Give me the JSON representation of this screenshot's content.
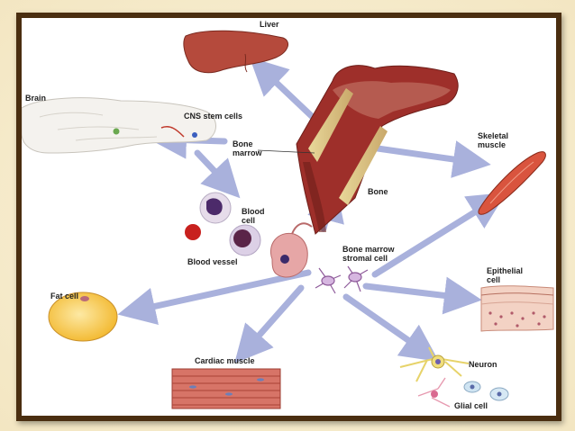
{
  "labels": {
    "liver": "Liver",
    "brain": "Brain",
    "cns_stem_cells": "CNS stem cells",
    "bone_marrow": "Bone\nmarrow",
    "bone": "Bone",
    "skeletal_muscle": "Skeletal\nmuscle",
    "blood_cell": "Blood\ncell",
    "blood_vessel": "Blood vessel",
    "stromal_cell": "Bone marrow\nstromal cell",
    "fat_cell": "Fat cell",
    "epithelial_cell": "Epithelial\ncell",
    "cardiac_muscle": "Cardiac muscle",
    "neuron": "Neuron",
    "glial_cell": "Glial cell"
  },
  "colors": {
    "frame": "#4a2e10",
    "background": "#f6ecd0",
    "arrow": "#a9b1dc",
    "tissue_red": "#b0423a",
    "fat_yellow": "#f2c23a"
  }
}
